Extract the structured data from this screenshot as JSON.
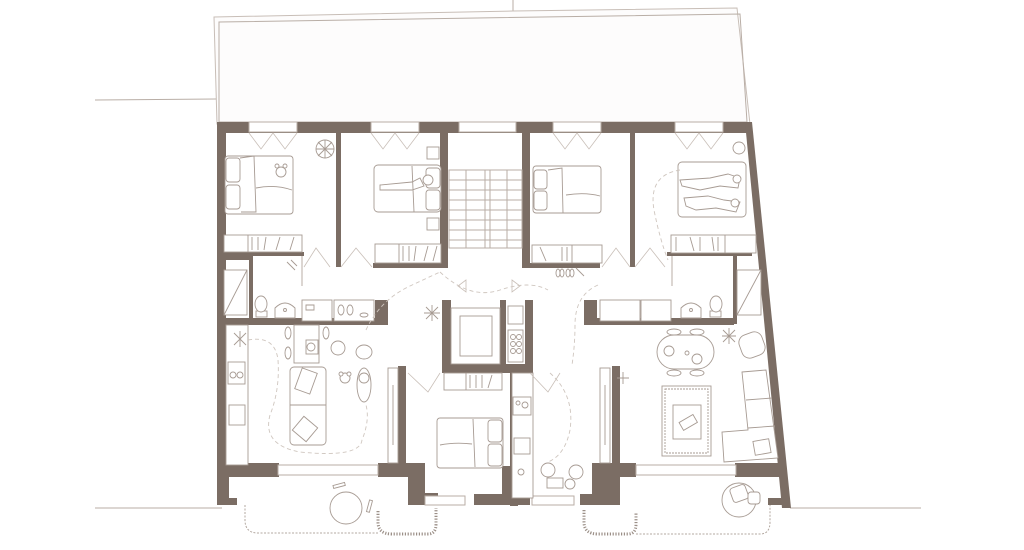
{
  "diagram": {
    "type": "architectural floor plan",
    "title": "",
    "colors": {
      "wall": "#7b6d64",
      "line": "#b9aea6",
      "furniture": "#a79b93",
      "background": "#ffffff",
      "roof_terrace": "#fdfcfc"
    },
    "zones": [
      {
        "id": "roof-terrace",
        "label": ""
      },
      {
        "id": "apartment-left",
        "label": ""
      },
      {
        "id": "apartment-right",
        "label": ""
      },
      {
        "id": "stair-core",
        "label": ""
      },
      {
        "id": "apartment-middle",
        "label": ""
      }
    ],
    "rooms": [
      {
        "id": "bedroom-1",
        "furniture": [
          "double-bed",
          "wardrobe",
          "plant"
        ]
      },
      {
        "id": "bedroom-2",
        "furniture": [
          "double-bed",
          "wardrobe",
          "person-lying"
        ]
      },
      {
        "id": "stairwell",
        "furniture": [
          "stairs",
          "elevator"
        ]
      },
      {
        "id": "bedroom-3",
        "furniture": [
          "double-bed",
          "wardrobe"
        ]
      },
      {
        "id": "bedroom-4",
        "furniture": [
          "double-bed",
          "wardrobe",
          "two-persons-lying",
          "round-table"
        ]
      },
      {
        "id": "bathroom-left",
        "furniture": [
          "shower",
          "toilet",
          "sink",
          "washing-machine"
        ]
      },
      {
        "id": "bathroom-right",
        "furniture": [
          "shower",
          "toilet",
          "sink",
          "washing-machine"
        ]
      },
      {
        "id": "living-left",
        "furniture": [
          "kitchen",
          "dining-table",
          "sofa",
          "armchair",
          "plant"
        ]
      },
      {
        "id": "living-right",
        "furniture": [
          "dining-table",
          "sofa",
          "rug",
          "armchair",
          "plant"
        ]
      },
      {
        "id": "bedroom-middle",
        "furniture": [
          "double-bed",
          "wardrobe"
        ]
      },
      {
        "id": "kitchen-middle",
        "furniture": [
          "kitchen",
          "table",
          "persons-seated"
        ]
      },
      {
        "id": "balcony-left",
        "furniture": [
          "round-table",
          "chairs"
        ]
      },
      {
        "id": "balcony-right",
        "furniture": [
          "round-table",
          "persons-seated"
        ]
      }
    ]
  }
}
